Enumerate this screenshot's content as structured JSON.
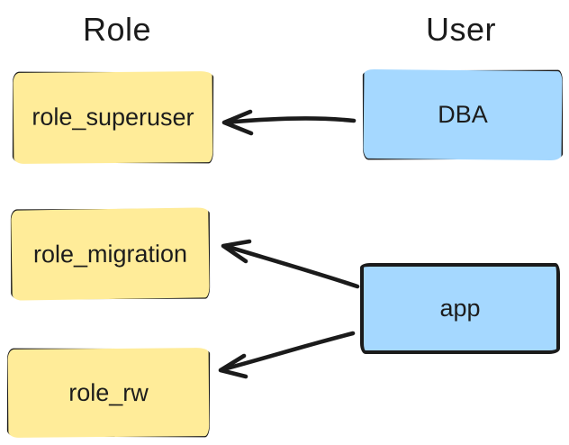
{
  "diagram": {
    "headings": {
      "role": "Role",
      "user": "User"
    },
    "role_boxes": [
      {
        "label": "role_superuser"
      },
      {
        "label": "role_migration"
      },
      {
        "label": "role_rw"
      }
    ],
    "user_boxes": [
      {
        "label": "DBA"
      },
      {
        "label": "app"
      }
    ],
    "edges": [
      {
        "from": "DBA",
        "to": "role_superuser"
      },
      {
        "from": "app",
        "to": "role_migration"
      },
      {
        "from": "app",
        "to": "role_rw"
      }
    ],
    "colors": {
      "role_fill": "#ffec99",
      "user_fill": "#a5d8ff",
      "stroke": "#1b1b1b",
      "background": "#ffffff"
    }
  }
}
